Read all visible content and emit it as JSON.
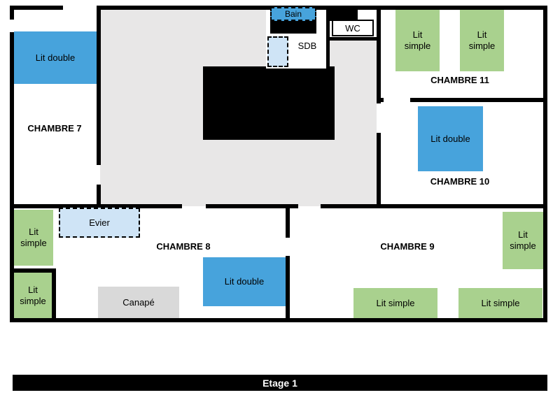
{
  "floor": {
    "label": "Etage 1"
  },
  "rooms": [
    {
      "id": "chambre7",
      "label": "CHAMBRE 7"
    },
    {
      "id": "chambre8",
      "label": "CHAMBRE 8"
    },
    {
      "id": "chambre9",
      "label": "CHAMBRE 9"
    },
    {
      "id": "chambre10",
      "label": "CHAMBRE 10"
    },
    {
      "id": "chambre11",
      "label": "CHAMBRE 11"
    }
  ],
  "beds": [
    {
      "room": "chambre7",
      "type": "double",
      "label": "Lit double"
    },
    {
      "room": "chambre11",
      "type": "simple",
      "label": "Lit simple"
    },
    {
      "room": "chambre11",
      "type": "simple",
      "label": "Lit simple"
    },
    {
      "room": "chambre10",
      "type": "double",
      "label": "Lit double"
    },
    {
      "room": "chambre8",
      "type": "simple",
      "label": "Lit simple"
    },
    {
      "room": "chambre8",
      "type": "simple",
      "label": "Lit simple"
    },
    {
      "room": "chambre8",
      "type": "double",
      "label": "Lit double"
    },
    {
      "room": "chambre9",
      "type": "simple",
      "label": "Lit simple"
    },
    {
      "room": "chambre9",
      "type": "simple",
      "label": "Lit simple"
    },
    {
      "room": "chambre9",
      "type": "simple",
      "label": "Lit simple"
    }
  ],
  "fixtures": {
    "bain": "Bain",
    "sdb": "SDB",
    "wc": "WC",
    "evier": "Evier",
    "canape": "Canapé"
  },
  "colors": {
    "wall": "#000000",
    "hall": "#e8e7e7",
    "lit-double": "#47a3dc",
    "lit-simple": "#a9d18e",
    "water": "#cfe4f6",
    "canape": "#d9d9d9"
  }
}
